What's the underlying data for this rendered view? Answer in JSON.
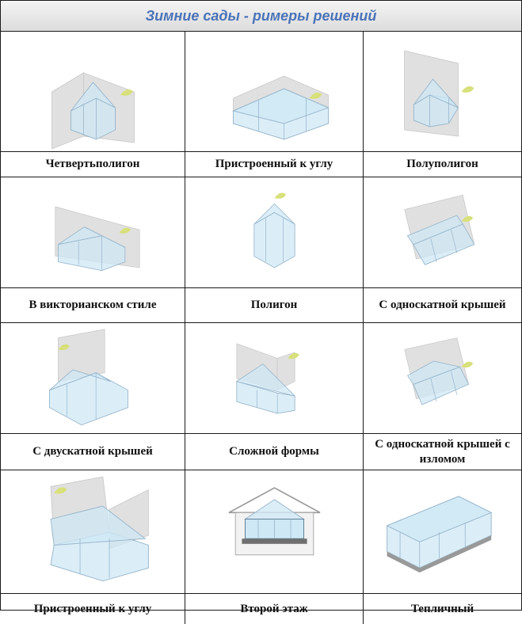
{
  "header": {
    "title": "Зимние сады - римеры решений"
  },
  "cells": [
    {
      "label": "Четвертьполигон",
      "icon": "quarter-polygon-conservatory-icon"
    },
    {
      "label": "Пристроенный к углу",
      "icon": "corner-conservatory-icon"
    },
    {
      "label": "Полуполигон",
      "icon": "half-polygon-conservatory-icon"
    },
    {
      "label": "В викторианском стиле",
      "icon": "victorian-conservatory-icon"
    },
    {
      "label": "Полигон",
      "icon": "polygon-conservatory-icon"
    },
    {
      "label": "С односкатной крышей",
      "icon": "lean-to-conservatory-icon"
    },
    {
      "label": "С двускатной крышей",
      "icon": "gable-conservatory-icon"
    },
    {
      "label": "Сложной формы",
      "icon": "complex-conservatory-icon"
    },
    {
      "label": "С односкатной крышей с изломом",
      "icon": "broken-lean-to-conservatory-icon"
    },
    {
      "label": "Пристроенный к углу",
      "icon": "corner-conservatory-2-icon"
    },
    {
      "label": "Второй этаж",
      "icon": "second-floor-conservatory-icon"
    },
    {
      "label": "Тепличный",
      "icon": "greenhouse-conservatory-icon"
    }
  ],
  "colors": {
    "title": "#4a73b8",
    "glass": "#cfe8f5",
    "frame": "#9ab7cc",
    "wall": "#e0e0e0",
    "accent": "#d8e07a"
  }
}
